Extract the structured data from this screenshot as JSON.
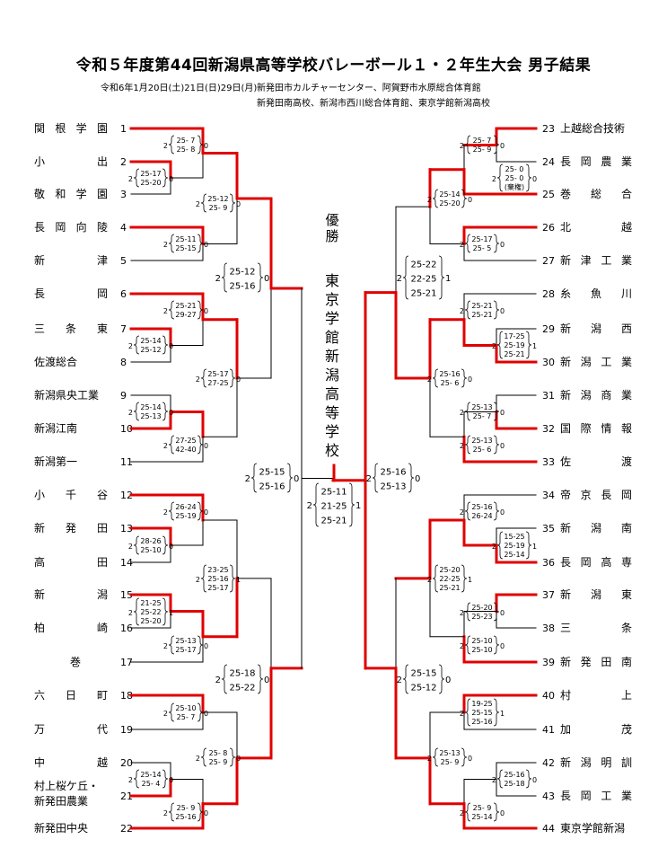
{
  "title": "令和５年度第44回新潟県高等学校バレーボール１・２年生大会  男子結果",
  "schedule": "令和6年1月20日(土)21日(日)29日(月)",
  "venues_line1": "新発田市カルチャーセンター、阿賀野市水原総合体育館",
  "venues_line2": "新発田南高校、新潟市西川総合体育館、東京学館新潟高校",
  "champion_label": "優勝",
  "champion": "東京学館新潟高等学校",
  "left_teams": [
    {
      "seed": "1",
      "name": "関根学園",
      "spread": true
    },
    {
      "seed": "2",
      "name": "小出",
      "spread": true
    },
    {
      "seed": "3",
      "name": "敬和学園",
      "spread": true
    },
    {
      "seed": "4",
      "name": "長岡向陵",
      "spread": true
    },
    {
      "seed": "5",
      "name": "新津",
      "spread": true
    },
    {
      "seed": "6",
      "name": "長岡",
      "spread": true
    },
    {
      "seed": "7",
      "name": "三条東",
      "spread": true
    },
    {
      "seed": "8",
      "name": "佐渡総合",
      "spread": false
    },
    {
      "seed": "9",
      "name": "新潟県央工業",
      "spread": false
    },
    {
      "seed": "10",
      "name": "新潟江南",
      "spread": false
    },
    {
      "seed": "11",
      "name": "新潟第一",
      "spread": false
    },
    {
      "seed": "12",
      "name": "小千谷",
      "spread": true
    },
    {
      "seed": "13",
      "name": "新発田",
      "spread": true
    },
    {
      "seed": "14",
      "name": "高田",
      "spread": true
    },
    {
      "seed": "15",
      "name": "新潟",
      "spread": true
    },
    {
      "seed": "16",
      "name": "柏崎",
      "spread": true
    },
    {
      "seed": "17",
      "name": "巻",
      "spread": false
    },
    {
      "seed": "18",
      "name": "六日町",
      "spread": true
    },
    {
      "seed": "19",
      "name": "万代",
      "spread": true
    },
    {
      "seed": "20",
      "name": "中越",
      "spread": true
    },
    {
      "seed": "21",
      "name": "村上桜ケ丘・\n新発田農業",
      "spread": false
    },
    {
      "seed": "22",
      "name": "新発田中央",
      "spread": false
    }
  ],
  "right_teams": [
    {
      "seed": "23",
      "name": "上越総合技術",
      "spread": false
    },
    {
      "seed": "24",
      "name": "長岡農業",
      "spread": true
    },
    {
      "seed": "25",
      "name": "巻総合",
      "spread": true
    },
    {
      "seed": "26",
      "name": "北越",
      "spread": true
    },
    {
      "seed": "27",
      "name": "新津工業",
      "spread": true
    },
    {
      "seed": "28",
      "name": "糸魚川",
      "spread": true
    },
    {
      "seed": "29",
      "name": "新潟西",
      "spread": true
    },
    {
      "seed": "30",
      "name": "新潟工業",
      "spread": true
    },
    {
      "seed": "31",
      "name": "新潟商業",
      "spread": true
    },
    {
      "seed": "32",
      "name": "国際情報",
      "spread": true
    },
    {
      "seed": "33",
      "name": "佐渡",
      "spread": true
    },
    {
      "seed": "34",
      "name": "帝京長岡",
      "spread": true
    },
    {
      "seed": "35",
      "name": "新潟南",
      "spread": true
    },
    {
      "seed": "36",
      "name": "長岡高専",
      "spread": true
    },
    {
      "seed": "37",
      "name": "新潟東",
      "spread": true
    },
    {
      "seed": "38",
      "name": "三条",
      "spread": true
    },
    {
      "seed": "39",
      "name": "新発田南",
      "spread": true
    },
    {
      "seed": "40",
      "name": "村上",
      "spread": true
    },
    {
      "seed": "41",
      "name": "加茂",
      "spread": true
    },
    {
      "seed": "42",
      "name": "新潟明訓",
      "spread": true
    },
    {
      "seed": "43",
      "name": "長岡工業",
      "spread": true
    },
    {
      "seed": "44",
      "name": "東京学館新潟",
      "spread": false
    }
  ],
  "scores": {
    "L_1_2": {
      "lw": "2",
      "rw": "0",
      "sets": [
        "25- 7",
        "25- 8"
      ],
      "note": ""
    },
    "L_2_3": {
      "lw": "2",
      "rw": "0",
      "sets": [
        "25-17",
        "25-20"
      ],
      "note": ""
    },
    "L_4_5": {
      "lw": "2",
      "rw": "0",
      "sets": [
        "25-11",
        "25-15"
      ],
      "note": ""
    },
    "L_6_7": {
      "lw": "2",
      "rw": "0",
      "sets": [
        "25-21",
        "29-27"
      ],
      "note": ""
    },
    "L_7_8": {
      "lw": "2",
      "rw": "0",
      "sets": [
        "25-14",
        "25-12"
      ],
      "note": ""
    },
    "L_9_10": {
      "lw": "2",
      "rw": "0",
      "sets": [
        "25-14",
        "25-13"
      ],
      "note": ""
    },
    "L_10_11": {
      "lw": "2",
      "rw": "0",
      "sets": [
        "27-25",
        "42-40"
      ],
      "note": ""
    },
    "L_12_13": {
      "lw": "2",
      "rw": "0",
      "sets": [
        "26-24",
        "25-19"
      ],
      "note": ""
    },
    "L_13_14": {
      "lw": "2",
      "rw": "0",
      "sets": [
        "28-26",
        "25-10"
      ],
      "note": ""
    },
    "L_15_16": {
      "lw": "2",
      "rw": "1",
      "sets": [
        "21-25",
        "25-22",
        "25-20"
      ],
      "note": ""
    },
    "L_16_17": {
      "lw": "2",
      "rw": "0",
      "sets": [
        "25-13",
        "25-17"
      ],
      "note": ""
    },
    "L_18_19": {
      "lw": "2",
      "rw": "0",
      "sets": [
        "25-10",
        "25- 7"
      ],
      "note": ""
    },
    "L_20_21": {
      "lw": "2",
      "rw": "0",
      "sets": [
        "25-14",
        "25- 4"
      ],
      "note": ""
    },
    "L_21_22": {
      "lw": "2",
      "rw": "0",
      "sets": [
        "25- 9",
        "25-16"
      ],
      "note": ""
    },
    "L_r2_A": {
      "lw": "2",
      "rw": "0",
      "sets": [
        "25-12",
        "25- 9"
      ],
      "note": ""
    },
    "L_r2_B": {
      "lw": "2",
      "rw": "0",
      "sets": [
        "25-17",
        "27-25"
      ],
      "note": ""
    },
    "L_r2_C": {
      "lw": "2",
      "rw": "1",
      "sets": [
        "23-25",
        "25-16",
        "25-17"
      ],
      "note": ""
    },
    "L_r2_D": {
      "lw": "2",
      "rw": "0",
      "sets": [
        "25- 8",
        "25- 9"
      ],
      "note": ""
    },
    "L_r3_A": {
      "lw": "2",
      "rw": "0",
      "sets": [
        "25-12",
        "25-16"
      ],
      "note": ""
    },
    "L_r3_B": {
      "lw": "2",
      "rw": "0",
      "sets": [
        "25-18",
        "25-22"
      ],
      "note": ""
    },
    "L_semi": {
      "lw": "2",
      "rw": "0",
      "sets": [
        "25-15",
        "25-16"
      ],
      "note": ""
    },
    "R_23_24": {
      "lw": "2",
      "rw": "0",
      "sets": [
        "25- 7",
        "25- 9"
      ],
      "note": ""
    },
    "R_24_25": {
      "lw": "2",
      "rw": "0",
      "sets": [
        "25- 0",
        "25- 0"
      ],
      "note": "(棄権)"
    },
    "R_26_27": {
      "lw": "2",
      "rw": "0",
      "sets": [
        "25-17",
        "25- 5"
      ],
      "note": ""
    },
    "R_28_29": {
      "lw": "2",
      "rw": "0",
      "sets": [
        "25-21",
        "25-21"
      ],
      "note": ""
    },
    "R_29_30": {
      "lw": "2",
      "rw": "1",
      "sets": [
        "17-25",
        "25-19",
        "25-21"
      ],
      "note": ""
    },
    "R_31_32": {
      "lw": "2",
      "rw": "0",
      "sets": [
        "25-13",
        "25- 7"
      ],
      "note": ""
    },
    "R_32_33": {
      "lw": "2",
      "rw": "0",
      "sets": [
        "25-13",
        "25- 6"
      ],
      "note": ""
    },
    "R_34_35": {
      "lw": "2",
      "rw": "0",
      "sets": [
        "25-16",
        "26-24"
      ],
      "note": ""
    },
    "R_35_36": {
      "lw": "2",
      "rw": "1",
      "sets": [
        "15-25",
        "25-19",
        "25-14"
      ],
      "note": ""
    },
    "R_37_38": {
      "lw": "2",
      "rw": "0",
      "sets": [
        "25-20",
        "25-23"
      ],
      "note": ""
    },
    "R_38_39": {
      "lw": "2",
      "rw": "0",
      "sets": [
        "25-10",
        "25-10"
      ],
      "note": ""
    },
    "R_40_41": {
      "lw": "2",
      "rw": "1",
      "sets": [
        "19-25",
        "25-15",
        "25-16"
      ],
      "note": ""
    },
    "R_42_43": {
      "lw": "2",
      "rw": "0",
      "sets": [
        "25-16",
        "25-18"
      ],
      "note": ""
    },
    "R_43_44": {
      "lw": "2",
      "rw": "0",
      "sets": [
        "25- 9",
        "25-14"
      ],
      "note": ""
    },
    "R_r2_A": {
      "lw": "2",
      "rw": "0",
      "sets": [
        "25-14",
        "25-20"
      ],
      "note": ""
    },
    "R_r2_B": {
      "lw": "2",
      "rw": "0",
      "sets": [
        "25-16",
        "25- 6"
      ],
      "note": ""
    },
    "R_r2_C": {
      "lw": "2",
      "rw": "1",
      "sets": [
        "25-20",
        "22-25",
        "25-21"
      ],
      "note": ""
    },
    "R_r2_D": {
      "lw": "2",
      "rw": "0",
      "sets": [
        "25-13",
        "25- 9"
      ],
      "note": ""
    },
    "R_r3_A": {
      "lw": "2",
      "rw": "1",
      "sets": [
        "25-22",
        "22-25",
        "25-21"
      ],
      "note": ""
    },
    "R_r3_B": {
      "lw": "2",
      "rw": "0",
      "sets": [
        "25-15",
        "25-12"
      ],
      "note": ""
    },
    "R_semi": {
      "lw": "2",
      "rw": "0",
      "sets": [
        "25-16",
        "25-13"
      ],
      "note": ""
    },
    "final": {
      "lw": "2",
      "rw": "1",
      "sets": [
        "25-11",
        "21-25",
        "25-21"
      ],
      "note": ""
    }
  },
  "colors": {
    "win_line": "#e00000",
    "lose_line": "#000000"
  }
}
